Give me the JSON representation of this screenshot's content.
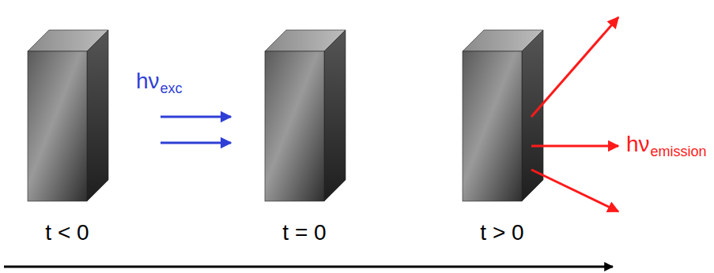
{
  "diagram": {
    "labels": [
      "hν",
      "exc",
      "hν",
      "emission",
      "t < 0",
      "t = 0",
      "t > 0"
    ]
  }
}
